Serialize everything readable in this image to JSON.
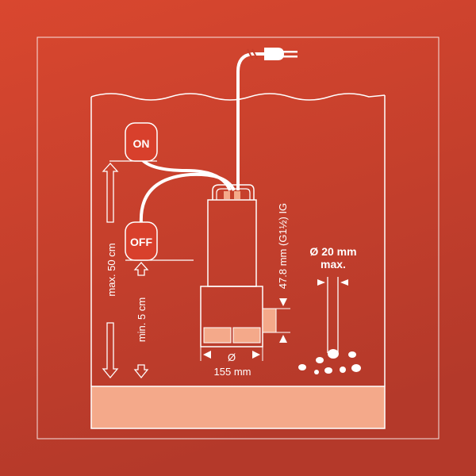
{
  "colors": {
    "background_top": "#d9472f",
    "background_bottom": "#b4392a",
    "floor": "#f4a98a",
    "line": "#ffffff",
    "float_fill": "#d8402c"
  },
  "floats": {
    "on_label": "ON",
    "off_label": "OFF"
  },
  "dimensions": {
    "max_height": "max. 50 cm",
    "min_height": "min. 5 cm",
    "outlet": "47.8 mm (G1½) IG",
    "particle_size": "Ø 20 mm",
    "particle_max": "max.",
    "diameter_symbol": "Ø",
    "pump_diameter": "155 mm"
  }
}
